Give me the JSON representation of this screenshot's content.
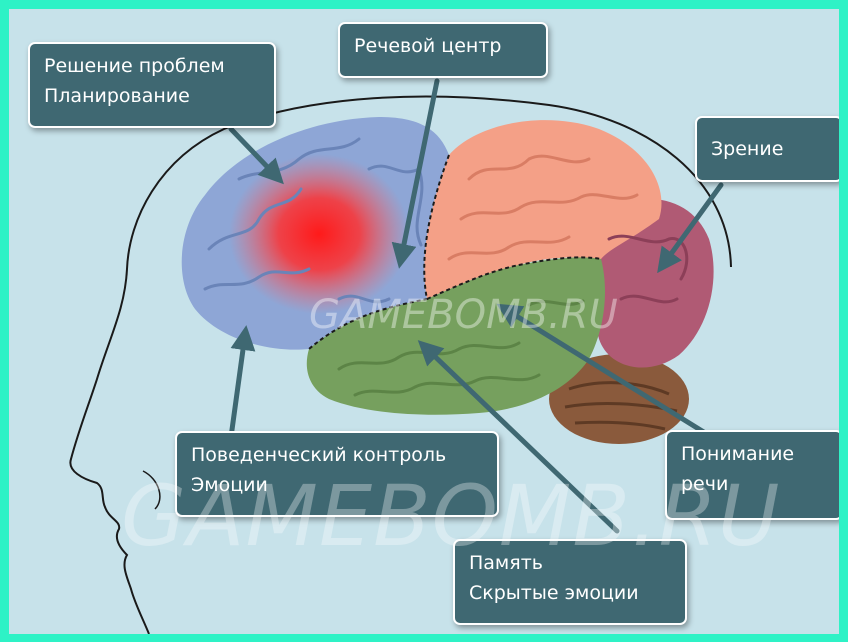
{
  "labels": {
    "problem_solving": {
      "line1": "Решение проблем",
      "line2": "Планирование"
    },
    "speech_center": {
      "line1": "Речевой центр"
    },
    "vision": {
      "line1": "Зрение"
    },
    "behavior": {
      "line1": "Поведенческий контроль",
      "line2": "Эмоции"
    },
    "understanding": {
      "line1": "Понимание",
      "line2": "речи"
    },
    "memory": {
      "line1": "Память",
      "line2": "Скрытые эмоции"
    }
  },
  "watermark": {
    "large": "GAMEBOMB.RU",
    "small": "GAMEBOMB.RU"
  },
  "colors": {
    "background": "#c7e2ea",
    "border": "#2ef2c6",
    "label_bg": "#3f6872",
    "frontal_lobe": "#8ea6d6",
    "frontal_highlight": "#ff2a2a",
    "parietal_lobe": "#f4a087",
    "occipital_lobe": "#b05a74",
    "temporal_lobe": "#76a05e",
    "cerebellum": "#8a5a3c",
    "arrow": "#3f6872"
  }
}
